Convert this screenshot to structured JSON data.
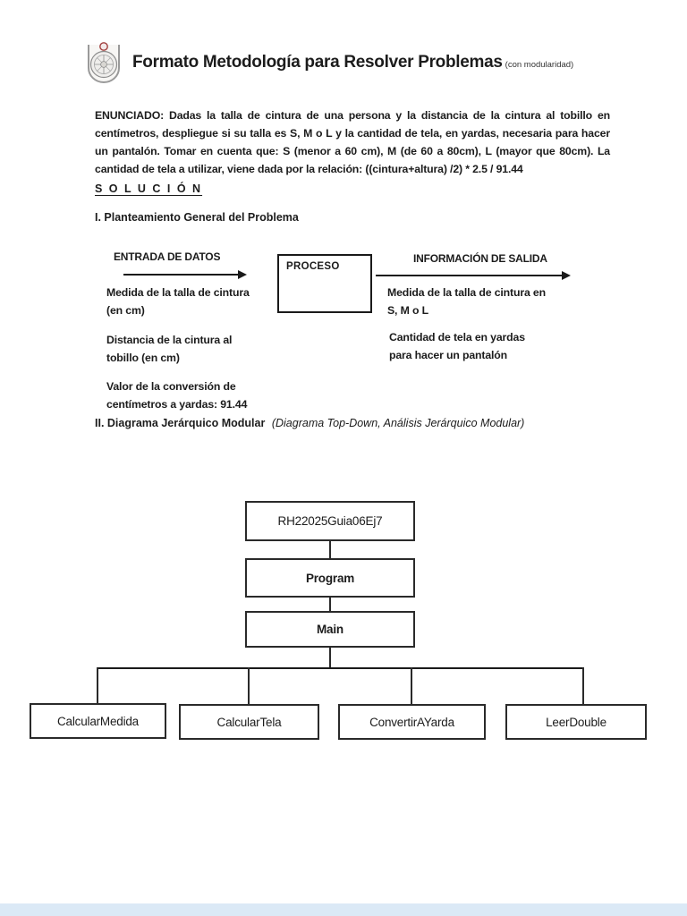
{
  "header": {
    "logo_icon": "university-seal-logo",
    "title": "Formato Metodología para Resolver Problemas",
    "title_suffix": "(con modularidad)"
  },
  "enunciado": {
    "text": "ENUNCIADO: Dadas la talla de cintura de una persona y la distancia de la cintura al tobillo en centímetros, despliegue si su talla es S, M o L y la cantidad de tela, en yardas, necesaria para hacer un pantalón. Tomar en cuenta que: S (menor a 60 cm), M (de 60 a 80cm), L (mayor que 80cm). La cantidad de tela a utilizar, viene dada por la relación: ((cintura+altura) /2) * 2.5 / 91.44"
  },
  "solucion_heading": "S O L U C I Ó N",
  "section1": {
    "heading": "I. Planteamiento General del Problema",
    "io_diagram": {
      "input_title": "ENTRADA DE DATOS",
      "process_label": "PROCESO",
      "output_title": "INFORMACIÓN DE SALIDA",
      "inputs": [
        "Medida de la talla de cintura (en cm)",
        "Distancia de la cintura al tobillo (en cm)",
        "Valor de la conversión de centímetros a yardas: 91.44"
      ],
      "outputs": [
        "Medida de la talla de cintura en S, M o L",
        "Cantidad de tela en yardas para hacer un pantalón"
      ]
    }
  },
  "section2": {
    "heading_bold": "II. Diagrama Jerárquico Modular",
    "heading_italic": "(Diagrama Top-Down, Análisis Jerárquico Modular)",
    "tree": {
      "root": "RH22025Guia06Ej7",
      "level2": "Program",
      "level3": "Main",
      "modules": [
        "CalcularMedida",
        "CalcularTela",
        "ConvertirAYarda",
        "LeerDouble"
      ]
    }
  }
}
